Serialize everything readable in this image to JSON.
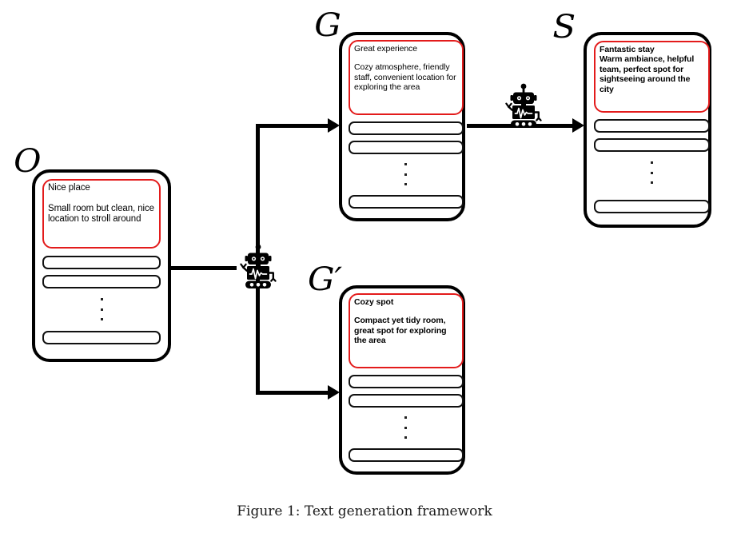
{
  "figure": {
    "caption": "Figure 1: Text generation framework",
    "accent_color": "#e31b1b",
    "line_color": "#000000",
    "background": "#ffffff"
  },
  "panels": {
    "original": {
      "set_label": "O",
      "header": {
        "title": "Nice place",
        "body": "Small room but clean, nice location to stroll around",
        "bold": false,
        "blank_line_after_title": true
      },
      "placeholder_rows": 3,
      "ellipsis": "vertical-dots"
    },
    "generated": {
      "set_label": "G",
      "header": {
        "title": "Great experience",
        "body": "Cozy atmosphere, friendly staff, convenient location for exploring the area",
        "bold": false,
        "blank_line_after_title": true
      },
      "placeholder_rows": 3,
      "ellipsis": "vertical-dots"
    },
    "generated_prime": {
      "set_label": "G′",
      "header": {
        "title": "Cozy spot",
        "body": "Compact yet tidy room, great spot for exploring the area",
        "bold": true,
        "blank_line_after_title": true
      },
      "placeholder_rows": 3,
      "ellipsis": "vertical-dots"
    },
    "summary": {
      "set_label": "S",
      "header": {
        "title": "Fantastic stay",
        "body": "Warm ambiance, helpful team, perfect spot for sightseeing around the city",
        "bold": true,
        "blank_line_after_title": false
      },
      "placeholder_rows": 3,
      "ellipsis": "vertical-dots"
    }
  },
  "icons": {
    "generator_robot": "robot-icon",
    "summarizer_robot": "robot-icon"
  },
  "connectors": {
    "original_to_generator": "arrow-right",
    "generator_to_generated": "arrow-right",
    "generator_to_generated_prime": "arrow-right",
    "generated_to_summary": "arrow-right"
  }
}
